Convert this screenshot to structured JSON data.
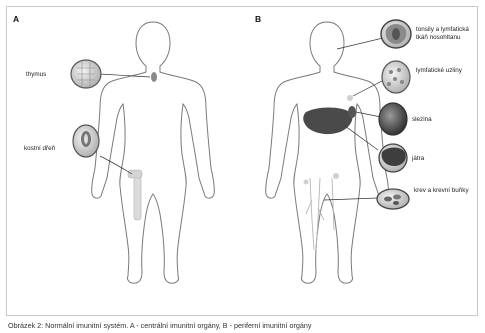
{
  "panels": {
    "a": "A",
    "b": "B"
  },
  "labels": {
    "thymus": "thymus",
    "kostni_dren": "kostní dřeň",
    "tonsily_line1": "tonsily a lymfatická",
    "tonsily_line2": "tkáň nosohltanu",
    "lymfaticke_uzliny": "lymfatické uzliny",
    "slezina": "slezina",
    "jatra": "játra",
    "krev": "krev a krevní buňky"
  },
  "caption": "Obrázek 2: Normální imunitní systém. A - centrální imunitní orgány, B - periferní imunitní orgány",
  "colors": {
    "frame": "#c9c9c9",
    "outline": "#777777",
    "organ": "#4a4a4a",
    "leader": "#333333"
  }
}
